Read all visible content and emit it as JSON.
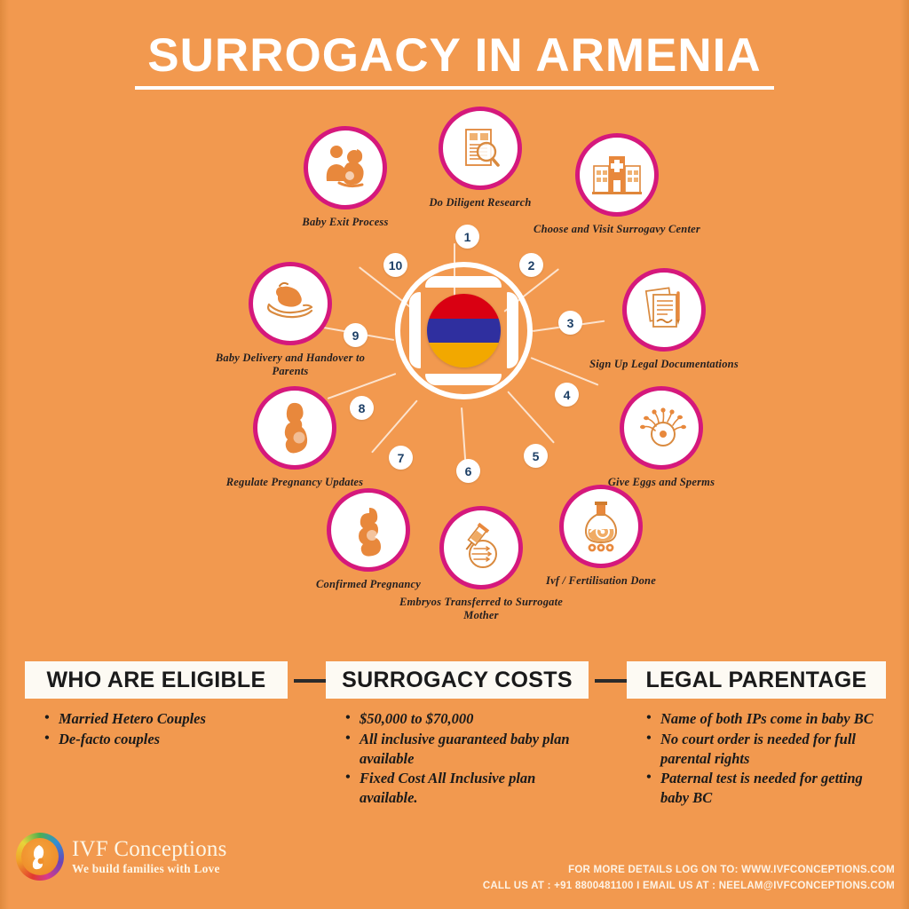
{
  "theme": {
    "background": "#f2994f",
    "ring_pink": "#d5187c",
    "icon_art": "#e8883c",
    "badge_text": "#1c3f66",
    "panel_header_bg": "#fdfaf3",
    "title_color": "#ffffff"
  },
  "header": {
    "title": "SURROGACY IN ARMENIA"
  },
  "center": {
    "name": "armenia-flag-emblem",
    "flag_colors": [
      "#d90012",
      "#2f2f9f",
      "#f2a800"
    ]
  },
  "steps": [
    {
      "number": "1",
      "label": "Do Diligent Research",
      "icon": "document-magnifier-icon"
    },
    {
      "number": "2",
      "label": "Choose and Visit Surrogavy Center",
      "icon": "hospital-building-icon"
    },
    {
      "number": "3",
      "label": "Sign Up Legal Documentations",
      "icon": "legal-papers-pen-icon"
    },
    {
      "number": "4",
      "label": "Give Eggs and Sperms",
      "icon": "egg-sperm-icon"
    },
    {
      "number": "5",
      "label": "Ivf / Fertilisation Done",
      "icon": "lab-flask-icon"
    },
    {
      "number": "6",
      "label": "Embryos Transferred to Surrogate Mother",
      "icon": "embryo-transfer-syringe-icon"
    },
    {
      "number": "7",
      "label": "Confirmed Pregnancy",
      "icon": "pregnant-woman-confirmed-icon"
    },
    {
      "number": "8",
      "label": "Regulate Pregnancy Updates",
      "icon": "pregnant-woman-icon"
    },
    {
      "number": "9",
      "label": "Baby Delivery and Handover to Parents",
      "icon": "newborn-in-hands-icon"
    },
    {
      "number": "10",
      "label": "Baby Exit Process",
      "icon": "family-with-baby-icon"
    }
  ],
  "panels": [
    {
      "title": "WHO ARE ELIGIBLE",
      "items": [
        "Married Hetero Couples",
        "De-facto couples"
      ]
    },
    {
      "title": "SURROGACY COSTS",
      "items": [
        "$50,000 to $70,000",
        "All inclusive guaranteed baby plan available",
        "Fixed Cost All Inclusive plan available."
      ]
    },
    {
      "title": "LEGAL PARENTAGE",
      "items": [
        "Name of both IPs come in baby BC",
        "No court order is needed for full parental rights",
        "Paternal test is needed for getting baby BC"
      ]
    }
  ],
  "footer": {
    "brand_name": "IVF Conceptions",
    "brand_tagline": "We build families with Love",
    "contact_line_1": "FOR MORE DETAILS LOG ON TO: WWW.IVFCONCEPTIONS.COM",
    "contact_line_2": "CALL US AT : +91 8800481100  I  EMAIL US AT : NEELAM@IVFCONCEPTIONS.COM"
  }
}
